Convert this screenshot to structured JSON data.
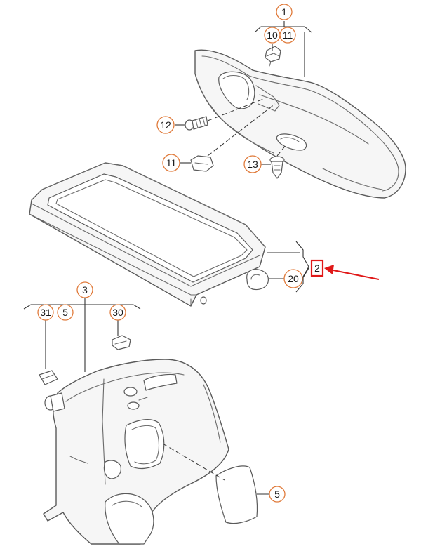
{
  "callouts": {
    "c1": "1",
    "c10": "10",
    "c11_top": "11",
    "c12": "12",
    "c11_left": "11",
    "c13": "13",
    "c2": "2",
    "c20": "20",
    "c3": "3",
    "c31": "31",
    "c5_top": "5",
    "c30": "30",
    "c5_bottom": "5"
  },
  "colors": {
    "callout_border": "#e07a3a",
    "highlight": "#e01818",
    "line_art": "#5a5a5a"
  }
}
